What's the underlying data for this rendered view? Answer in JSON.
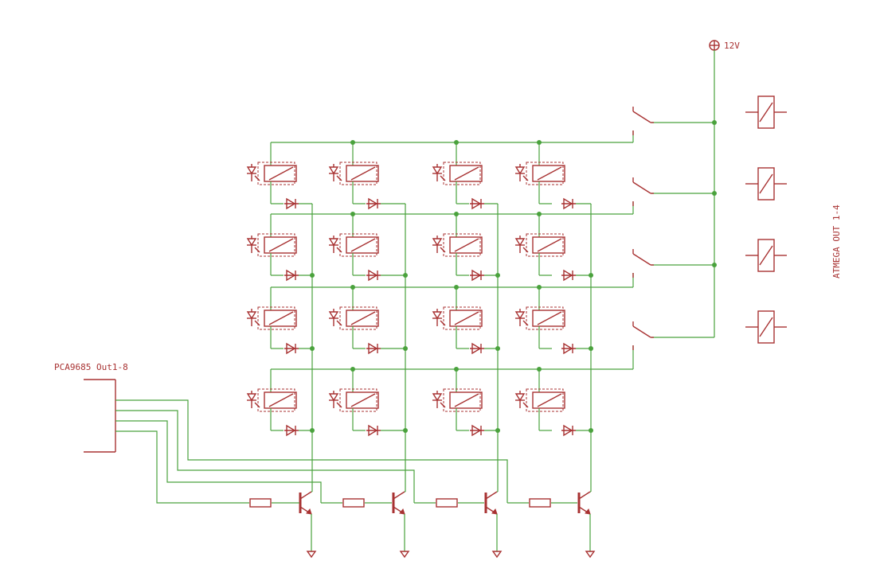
{
  "labels": {
    "supply": "12V",
    "pca": "PCA9685 Out1-8",
    "atmega": "ATMEGA OUT 1-4"
  },
  "colors": {
    "wire": "#4aa23d",
    "symbol": "#a83232",
    "background": "#ffffff"
  },
  "matrix": {
    "rows": 4,
    "columns": 4
  },
  "components": {
    "led_relays": 16,
    "diodes": 16,
    "transistors": 4,
    "resistors": 4,
    "grounds": 4,
    "switches": 4,
    "relay_coils": 4
  }
}
